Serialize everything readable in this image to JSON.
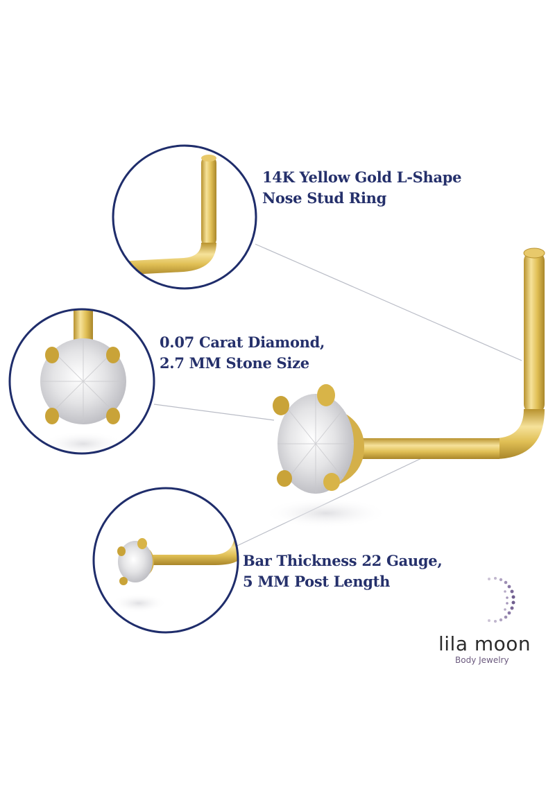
{
  "callouts": [
    {
      "id": "material",
      "line1": "14K Yellow Gold L-Shape",
      "line2": "Nose Stud Ring"
    },
    {
      "id": "stone",
      "line1": "0.07 Carat Diamond,",
      "line2": "2.7 MM Stone Size"
    },
    {
      "id": "size",
      "line1": "Bar Thickness 22 Gauge,",
      "line2": "5 MM Post Length"
    }
  ],
  "brand": {
    "name": "lila moon",
    "tagline": "Body Jewelry"
  },
  "colors": {
    "text_navy": "#25306b",
    "circle_border": "#1f2d6b",
    "gold": "#d9b44a",
    "gold_light": "#f3dc8c",
    "gold_dark": "#a9862a",
    "leader_line": "#b9bcc6",
    "brand_purple": "#6b5a7e"
  },
  "icons": {
    "logo": "crescent-dotted-moon-icon"
  }
}
